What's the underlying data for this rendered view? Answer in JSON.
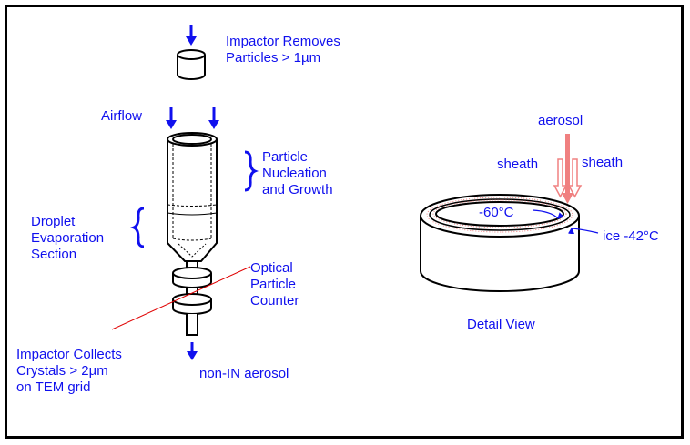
{
  "diagram": {
    "colors": {
      "label": "#1010ee",
      "arrow": "#1010ee",
      "outline": "#000000",
      "leader_line": "#e00000",
      "flow_arrow": "#f08080"
    },
    "labels": {
      "impactor_removes": "Impactor Removes\nParticles > 1µm",
      "airflow": "Airflow",
      "particle_nucleation": "Particle\nNucleation\nand Growth",
      "droplet_evaporation": "Droplet\nEvaporation\nSection",
      "optical_particle_counter": "Optical\nParticle\nCounter",
      "impactor_collects": "Impactor Collects\nCrystals > 2µm\non TEM grid",
      "non_in_aerosol": "non-IN aerosol",
      "aerosol": "aerosol",
      "sheath_left": "sheath",
      "sheath_right": "sheath",
      "inner_temp": "-60°C",
      "ice_temp": "ice -42°C",
      "detail_view": "Detail View"
    },
    "icons": {
      "flow_arrow": "down-arrow",
      "brace_right": "right-curly-brace",
      "brace_left": "left-curly-brace"
    }
  }
}
